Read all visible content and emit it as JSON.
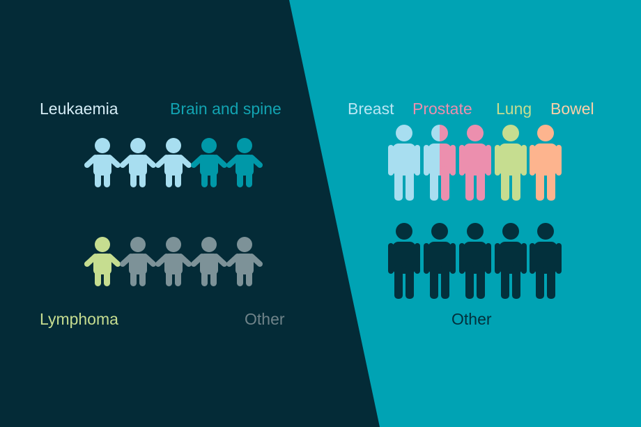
{
  "left_panel": {
    "labels": {
      "leukaemia": "Leukaemia",
      "brain": "Brain and spine",
      "lymphoma": "Lymphoma",
      "other": "Other"
    },
    "children_row1": [
      "leukaemia",
      "leukaemia",
      "leukaemia",
      "brain",
      "brain"
    ],
    "children_row2": [
      "lymphoma",
      "other",
      "other",
      "other",
      "other"
    ]
  },
  "right_panel": {
    "labels": {
      "breast": "Breast",
      "prostate": "Prostate",
      "lung": "Lung",
      "bowel": "Bowel",
      "other": "Other"
    },
    "adults_row1": [
      "breast",
      "breast|prostate",
      "prostate",
      "lung",
      "bowel"
    ],
    "adults_row2": [
      "other",
      "other",
      "other",
      "other",
      "other"
    ]
  },
  "colors": {
    "dark_bg": "#042b37",
    "teal_bg": "#00a3b4",
    "leukaemia": "#a8def0",
    "brain": "#0098a8",
    "lymphoma": "#c6dd90",
    "other_child": "#7d9298",
    "breast": "#a8def0",
    "prostate": "#ec8fae",
    "lung": "#c6dd90",
    "bowel": "#fdb48e",
    "other_adult": "#03303c"
  }
}
